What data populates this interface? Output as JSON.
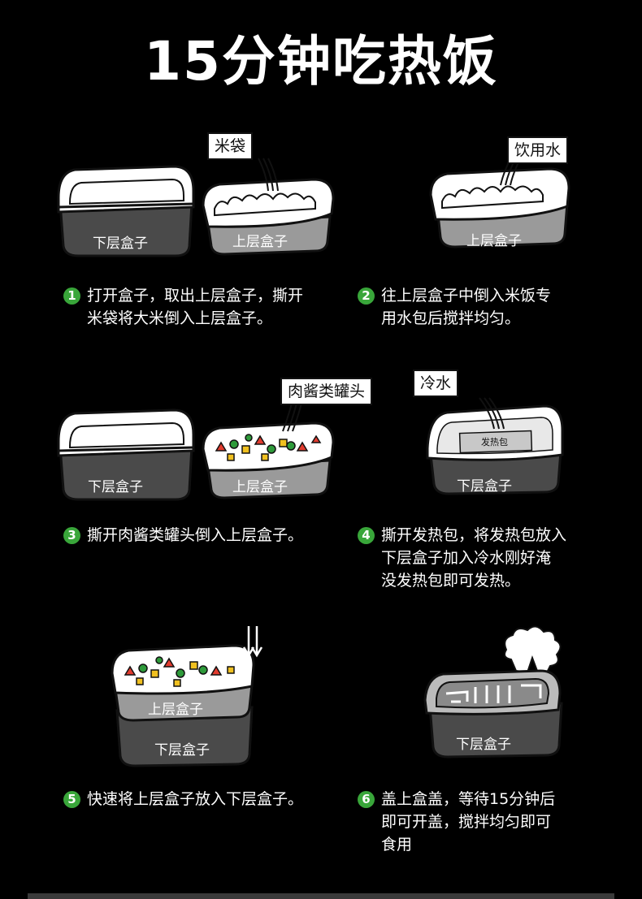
{
  "title": "15分钟吃热饭",
  "labels": {
    "rice_bag": "米袋",
    "drinking_water": "饮用水",
    "canned_meat": "肉酱类罐头",
    "cold_water": "冷水",
    "heat_pack": "发热包",
    "lower_box": "下层盒子",
    "upper_box": "上层盒子"
  },
  "steps": [
    {
      "num": "1",
      "lines": [
        "打开盒子，取出上层盒子，撕开",
        "米袋将大米倒入上层盒子。"
      ]
    },
    {
      "num": "2",
      "lines": [
        "往上层盒子中倒入米饭专",
        "用水包后搅拌均匀。"
      ]
    },
    {
      "num": "3",
      "lines": [
        "撕开肉酱类罐头倒入上层盒子。"
      ]
    },
    {
      "num": "4",
      "lines": [
        "撕开发热包，将发热包放入",
        "下层盒子加入冷水刚好淹",
        "没发热包即可发热。"
      ]
    },
    {
      "num": "5",
      "lines": [
        "快速将上层盒子放入下层盒子。"
      ]
    },
    {
      "num": "6",
      "lines": [
        "盖上盒盖，等待15分钟后",
        "即可开盖，搅拌均匀即可",
        "食用"
      ]
    }
  ],
  "colors": {
    "background": "#000000",
    "accent": "#39a63a",
    "box_dark": "#4a4a4a"
  }
}
